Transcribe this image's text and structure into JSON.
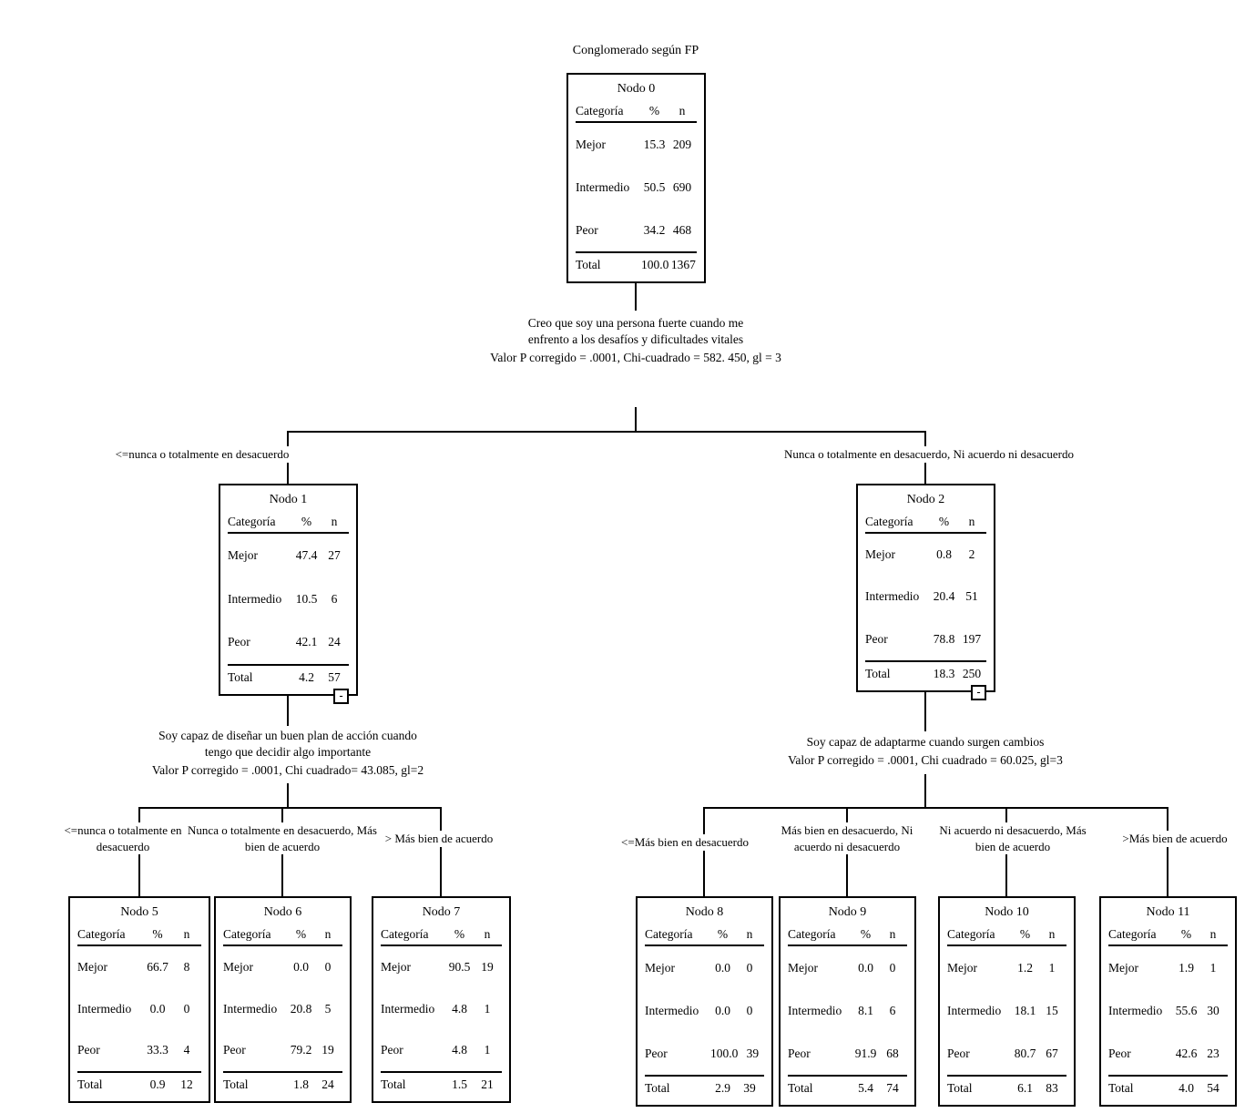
{
  "diagram_title": "Conglomerado según FP",
  "collapse_button": "-",
  "headers": {
    "category": "Categoría",
    "pct": "%",
    "n": "n"
  },
  "nodes": {
    "n0": {
      "title": "Nodo 0",
      "rows": [
        {
          "label": "Mejor",
          "pct": "15.3",
          "n": "209"
        },
        {
          "label": "Intermedio",
          "pct": "50.5",
          "n": "690"
        },
        {
          "label": "Peor",
          "pct": "34.2",
          "n": "468"
        },
        {
          "label": "Total",
          "pct": "100.0",
          "n": "1367"
        }
      ]
    },
    "n1": {
      "title": "Nodo 1",
      "rows": [
        {
          "label": "Mejor",
          "pct": "47.4",
          "n": "27"
        },
        {
          "label": "Intermedio",
          "pct": "10.5",
          "n": "6"
        },
        {
          "label": "Peor",
          "pct": "42.1",
          "n": "24"
        },
        {
          "label": "Total",
          "pct": "4.2",
          "n": "57"
        }
      ]
    },
    "n2": {
      "title": "Nodo 2",
      "rows": [
        {
          "label": "Mejor",
          "pct": "0.8",
          "n": "2"
        },
        {
          "label": "Intermedio",
          "pct": "20.4",
          "n": "51"
        },
        {
          "label": "Peor",
          "pct": "78.8",
          "n": "197"
        },
        {
          "label": "Total",
          "pct": "18.3",
          "n": "250"
        }
      ]
    },
    "n5": {
      "title": "Nodo 5",
      "rows": [
        {
          "label": "Mejor",
          "pct": "66.7",
          "n": "8"
        },
        {
          "label": "Intermedio",
          "pct": "0.0",
          "n": "0"
        },
        {
          "label": "Peor",
          "pct": "33.3",
          "n": "4"
        },
        {
          "label": "Total",
          "pct": "0.9",
          "n": "12"
        }
      ]
    },
    "n6": {
      "title": "Nodo 6",
      "rows": [
        {
          "label": "Mejor",
          "pct": "0.0",
          "n": "0"
        },
        {
          "label": "Intermedio",
          "pct": "20.8",
          "n": "5"
        },
        {
          "label": "Peor",
          "pct": "79.2",
          "n": "19"
        },
        {
          "label": "Total",
          "pct": "1.8",
          "n": "24"
        }
      ]
    },
    "n7": {
      "title": "Nodo 7",
      "rows": [
        {
          "label": "Mejor",
          "pct": "90.5",
          "n": "19"
        },
        {
          "label": "Intermedio",
          "pct": "4.8",
          "n": "1"
        },
        {
          "label": "Peor",
          "pct": "4.8",
          "n": "1"
        },
        {
          "label": "Total",
          "pct": "1.5",
          "n": "21"
        }
      ]
    },
    "n8": {
      "title": "Nodo 8",
      "rows": [
        {
          "label": "Mejor",
          "pct": "0.0",
          "n": "0"
        },
        {
          "label": "Intermedio",
          "pct": "0.0",
          "n": "0"
        },
        {
          "label": "Peor",
          "pct": "100.0",
          "n": "39"
        },
        {
          "label": "Total",
          "pct": "2.9",
          "n": "39"
        }
      ]
    },
    "n9": {
      "title": "Nodo 9",
      "rows": [
        {
          "label": "Mejor",
          "pct": "0.0",
          "n": "0"
        },
        {
          "label": "Intermedio",
          "pct": "8.1",
          "n": "6"
        },
        {
          "label": "Peor",
          "pct": "91.9",
          "n": "68"
        },
        {
          "label": "Total",
          "pct": "5.4",
          "n": "74"
        }
      ]
    },
    "n10": {
      "title": "Nodo 10",
      "rows": [
        {
          "label": "Mejor",
          "pct": "1.2",
          "n": "1"
        },
        {
          "label": "Intermedio",
          "pct": "18.1",
          "n": "15"
        },
        {
          "label": "Peor",
          "pct": "80.7",
          "n": "67"
        },
        {
          "label": "Total",
          "pct": "6.1",
          "n": "83"
        }
      ]
    },
    "n11": {
      "title": "Nodo 11",
      "rows": [
        {
          "label": "Mejor",
          "pct": "1.9",
          "n": "1"
        },
        {
          "label": "Intermedio",
          "pct": "55.6",
          "n": "30"
        },
        {
          "label": "Peor",
          "pct": "42.6",
          "n": "23"
        },
        {
          "label": "Total",
          "pct": "4.0",
          "n": "54"
        }
      ]
    }
  },
  "splits": {
    "s0": {
      "question": "Creo que soy una persona fuerte cuando me enfrento a los desafíos y dificultades vitales",
      "stats": "Valor P corregido = .0001, Chi-cuadrado = 582. 450, gl = 3"
    },
    "s1": {
      "question": "Soy capaz de diseñar un buen plan de acción cuando tengo que decidir algo importante",
      "stats": "Valor P corregido = .0001, Chi cuadrado= 43.085, gl=2"
    },
    "s2": {
      "question": "Soy capaz de adaptarme cuando surgen cambios",
      "stats": "Valor P corregido = .0001, Chi cuadrado = 60.025, gl=3"
    }
  },
  "branches": {
    "b1": "<=nunca o totalmente en desacuerdo",
    "b2": "Nunca o totalmente en desacuerdo, Ni acuerdo ni desacuerdo",
    "b5": "<=nunca o totalmente en desacuerdo",
    "b6": "Nunca o totalmente en desacuerdo, Más bien de acuerdo",
    "b7": "> Más bien de acuerdo",
    "b8": "<=Más bien en desacuerdo",
    "b9": "Más bien en desacuerdo, Ni acuerdo ni desacuerdo",
    "b10": "Ni acuerdo ni desacuerdo, Más bien de acuerdo",
    "b11": ">Más bien de acuerdo"
  }
}
